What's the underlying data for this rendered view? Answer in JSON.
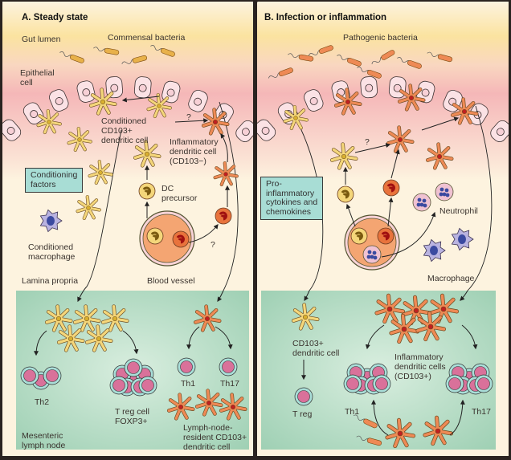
{
  "figure": {
    "panels": [
      {
        "id": "A",
        "title": "A. Steady state",
        "labels": {
          "gut_lumen": "Gut lumen",
          "bacteria": "Commensal bacteria",
          "epithelial": "Epithelial\ncell",
          "conditioned_dc": "Conditioned\nCD103+\ndendritic cell",
          "inflammatory_dc": "Inflammatory\ndendritic cell\n(CD103−)",
          "question_1": "?",
          "question_2": "?",
          "conditioning_box": "Conditioning\nfactors",
          "dc_precursor": "DC\nprecursor",
          "conditioned_macrophage": "Conditioned\nmacrophage",
          "lamina_propria": "Lamina propria",
          "blood_vessel": "Blood vessel",
          "th2": "Th2",
          "treg": "T reg cell\nFOXP3+",
          "th1": "Th1",
          "th17": "Th17",
          "mesenteric": "Mesenteric\nlymph node",
          "ln_resident": "Lymph-node-\nresident CD103+\ndendritic cell"
        }
      },
      {
        "id": "B",
        "title": "B. Infection or inflammation",
        "labels": {
          "bacteria": "Pathogenic bacteria",
          "question": "?",
          "proinflammatory_box": "Pro-\ninflammatory\ncytokines and\nchemokines",
          "neutrophil": "Neutrophil",
          "macrophage": "Macrophage",
          "cd103_dc": "CD103+\ndendritic cell",
          "treg": "T reg",
          "inflammatory_dcs": "Inflammatory\ndendritic cells\n(CD103+)",
          "th1": "Th1",
          "th17": "Th17"
        }
      }
    ]
  },
  "colors": {
    "background": "#fdf3df",
    "lumen": "#fbe3a0",
    "lamina": "#f5b7b8",
    "lymph_node": "#9fd0b4",
    "box": "#a8ddd5",
    "conditioned_dc": "#f4d67a",
    "inflammatory_dc": "#ee8a55",
    "tcell_outer": "#a9ded8",
    "tcell_inner": "#d9719a",
    "macrophage": "#b9b3e0"
  }
}
